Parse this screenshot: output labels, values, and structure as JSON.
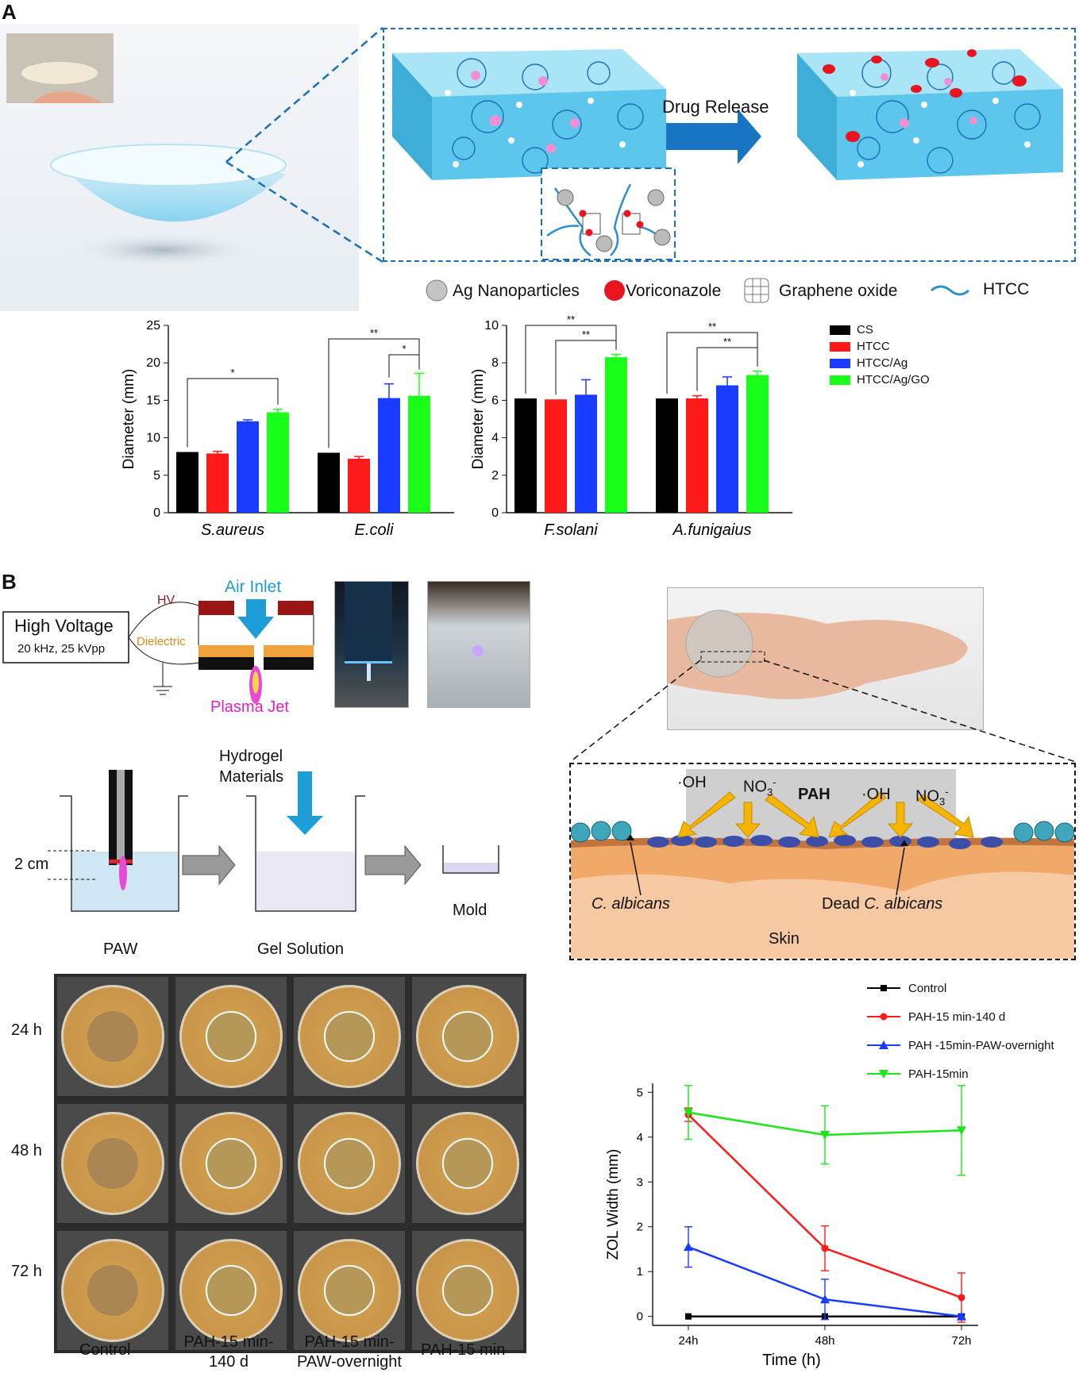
{
  "panelA": {
    "letter": "A",
    "arrow_label": "Drug Release",
    "legend": {
      "ag": "Ag Nanoparticles",
      "vori": "Voriconazole",
      "go": "Graphene oxide",
      "htcc": "HTCC"
    }
  },
  "chart_legend": [
    "CS",
    "HTCC",
    "HTCC/Ag",
    "HTCC/Ag/GO"
  ],
  "chart_colors": [
    "#000000",
    "#ff1a1a",
    "#1a3cff",
    "#1aff1a"
  ],
  "chart_data": [
    {
      "type": "bar",
      "ylabel": "Diameter (mm)",
      "ylim": [
        0,
        25
      ],
      "yticks": [
        "0",
        "5",
        "10",
        "15",
        "20",
        "25"
      ],
      "categories": [
        "S.aureus",
        "E.coli"
      ],
      "series": [
        {
          "name": "CS",
          "values": [
            8.1,
            8.0
          ],
          "err": [
            0,
            0
          ]
        },
        {
          "name": "HTCC",
          "values": [
            7.9,
            7.2
          ],
          "err": [
            0.3,
            0.3
          ]
        },
        {
          "name": "HTCC/Ag",
          "values": [
            12.2,
            15.3
          ],
          "err": [
            0.2,
            1.9
          ]
        },
        {
          "name": "HTCC/Ag/GO",
          "values": [
            13.4,
            15.6
          ],
          "err": [
            0.4,
            3.0
          ]
        }
      ],
      "sig": [
        {
          "label": "*"
        },
        {
          "label": "**"
        },
        {
          "label": "*"
        }
      ]
    },
    {
      "type": "bar",
      "ylabel": "Diameter (mm)",
      "ylim": [
        0,
        10
      ],
      "yticks": [
        "0",
        "2",
        "4",
        "6",
        "8",
        "10"
      ],
      "categories": [
        "F.solani",
        "A.funigaius"
      ],
      "series": [
        {
          "name": "CS",
          "values": [
            6.1,
            6.1
          ],
          "err": [
            0,
            0
          ]
        },
        {
          "name": "HTCC",
          "values": [
            6.05,
            6.1
          ],
          "err": [
            0,
            0.15
          ]
        },
        {
          "name": "HTCC/Ag",
          "values": [
            6.3,
            6.8
          ],
          "err": [
            0.8,
            0.45
          ]
        },
        {
          "name": "HTCC/Ag/GO",
          "values": [
            8.3,
            7.35
          ],
          "err": [
            0.15,
            0.2
          ]
        }
      ],
      "sig": [
        {
          "label": "**"
        },
        {
          "label": "**"
        },
        {
          "label": "**"
        },
        {
          "label": "**"
        }
      ]
    },
    {
      "type": "line",
      "xlabel": "Time (h)",
      "ylabel": "ZOL Width (mm)",
      "x": [
        "24h",
        "48h",
        "72h"
      ],
      "ylim": [
        -0.2,
        5.2
      ],
      "yticks": [
        "0",
        "1",
        "2",
        "3",
        "4",
        "5"
      ],
      "series": [
        {
          "name": "Control",
          "color": "#000000",
          "marker": "square",
          "values": [
            0,
            0,
            0
          ],
          "err": [
            0,
            0,
            0
          ]
        },
        {
          "name": "PAH-15 min-140 d",
          "color": "#ff1a1a",
          "marker": "circle",
          "values": [
            4.5,
            1.52,
            0.42
          ],
          "err": [
            0.15,
            0.5,
            0.55
          ]
        },
        {
          "name": "PAH -15min-PAW-overnight",
          "color": "#1a3cff",
          "marker": "triangle-up",
          "values": [
            1.55,
            0.38,
            0
          ],
          "err": [
            0.45,
            0.45,
            0.05
          ]
        },
        {
          "name": "PAH-15min",
          "color": "#1ae61a",
          "marker": "triangle-down",
          "values": [
            4.55,
            4.05,
            4.15
          ],
          "err": [
            0.6,
            0.65,
            1.0
          ]
        }
      ]
    }
  ],
  "panelB": {
    "letter": "B",
    "hv_title": "High Voltage",
    "hv_spec": "20 kHz, 25 kVpp",
    "hv": "HV",
    "dielectric": "Dielectric",
    "air_inlet": "Air Inlet",
    "plasma_jet": "Plasma Jet",
    "hydrogel": "Hydrogel",
    "materials": "Materials",
    "distance": "2 cm",
    "paw": "PAW",
    "gel_solution": "Gel Solution",
    "mold": "Mold",
    "rows": [
      "24 h",
      "48 h",
      "72 h"
    ],
    "cols": [
      "Control",
      "PAH-15 min-",
      "140 d",
      "PAH-15 min-",
      "PAW-overnight",
      "PAH-15 min"
    ],
    "skin": {
      "pah": "PAH",
      "oh": "·OH",
      "no3": "NO",
      "no3_sub": "3",
      "no3_sup": "-",
      "calb": "C. albicans",
      "dead": "Dead ",
      "skin": "Skin"
    }
  }
}
